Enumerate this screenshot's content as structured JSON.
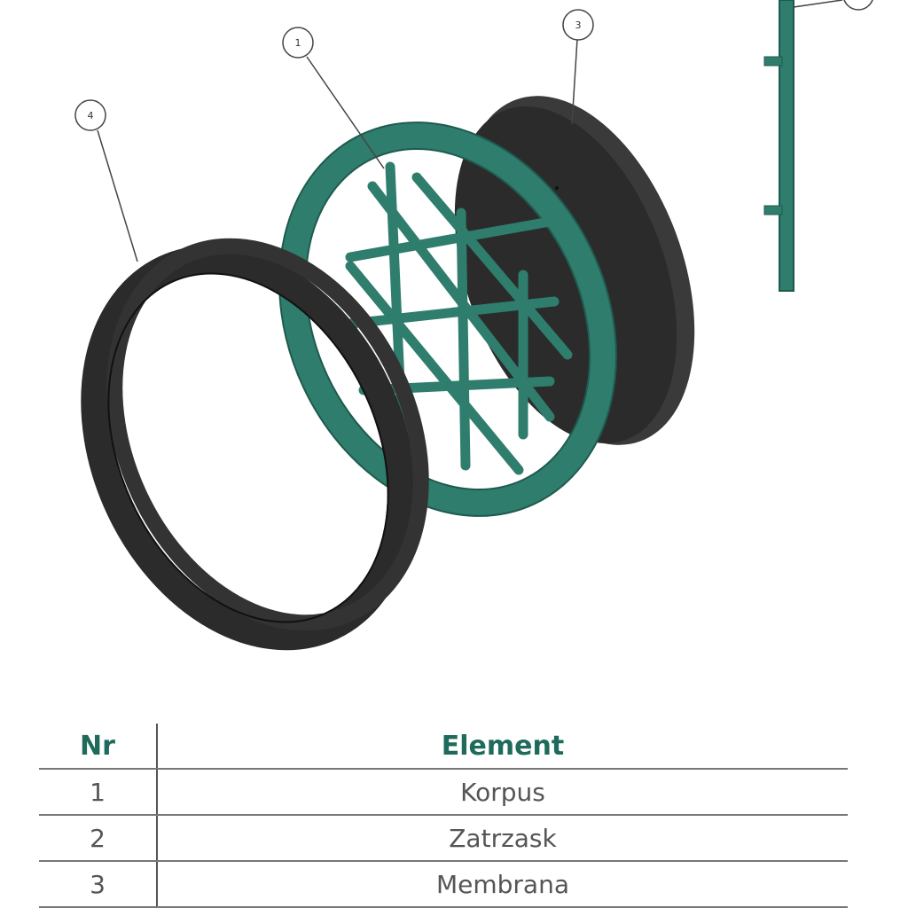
{
  "colors": {
    "accent": "#1e6b5c",
    "part_green": "#2f7d6d",
    "part_dark": "#2b2b2b",
    "line": "#777777"
  },
  "callouts": [
    {
      "id": "callout-1",
      "label": "1"
    },
    {
      "id": "callout-3",
      "label": "3"
    },
    {
      "id": "callout-4",
      "label": "4"
    }
  ],
  "table": {
    "headers": {
      "nr": "Nr",
      "element": "Element"
    },
    "rows": [
      {
        "nr": "1",
        "element": "Korpus"
      },
      {
        "nr": "2",
        "element": "Zatrzask"
      },
      {
        "nr": "3",
        "element": "Membrana"
      }
    ]
  }
}
